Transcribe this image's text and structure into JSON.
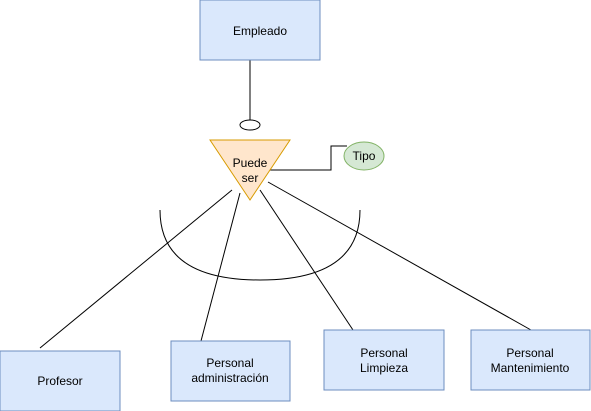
{
  "diagram": {
    "entities": {
      "empleado": "Empleado",
      "profesor": "Profesor",
      "personal_admin": [
        "Personal",
        "administración"
      ],
      "personal_limpieza": [
        "Personal",
        "Limpieza"
      ],
      "personal_mantenimiento": [
        "Personal",
        "Mantenimiento"
      ]
    },
    "specialization": {
      "label": [
        "Puede",
        "ser"
      ]
    },
    "attribute": {
      "label": "Tipo"
    },
    "colors": {
      "entity_fill": "#dae8fc",
      "entity_stroke": "#6c8ebf",
      "triangle_fill": "#ffe6cc",
      "triangle_stroke": "#d79b00",
      "attribute_fill": "#d5e8d4",
      "attribute_stroke": "#82b366",
      "line": "#000000"
    }
  }
}
